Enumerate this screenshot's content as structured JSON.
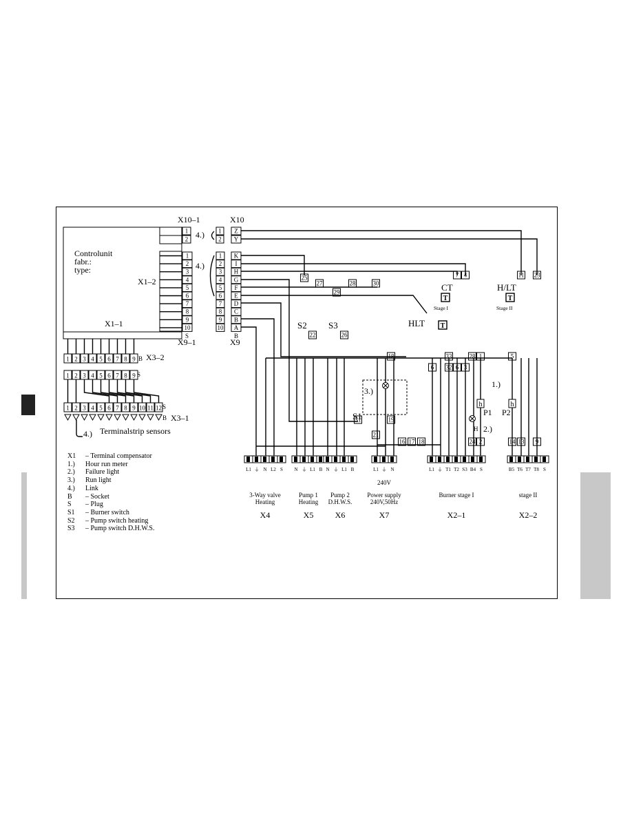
{
  "control_unit": {
    "line1": "Controlunit",
    "line2": "fabr.:",
    "line3": "type:",
    "x1_2": "X1–2",
    "x1_1": "X1–1"
  },
  "connectors": {
    "x10_1": "X10–1",
    "x10": "X10",
    "x9_1": "X9–1",
    "x9": "X9",
    "x3_2": "X3–2",
    "x3_1": "X3–1",
    "terminal_sensors": "Terminalstrip sensors",
    "s": "S",
    "b": "B",
    "link": "4.)"
  },
  "x10_pins": [
    "Z",
    "Y"
  ],
  "x9_pins": [
    "K",
    "I",
    "H",
    "G",
    "F",
    "E",
    "D",
    "C",
    "B",
    "A"
  ],
  "x3_2_pins": [
    "1",
    "2",
    "3",
    "4",
    "5",
    "6",
    "7",
    "8",
    "9"
  ],
  "x3_1_pins": [
    "1",
    "2",
    "3",
    "4",
    "5",
    "6",
    "7",
    "8",
    "9",
    "10",
    "11",
    "12"
  ],
  "switches": {
    "s1": "S1",
    "s2": "S2",
    "s3": "S3",
    "ct": "CT",
    "hlt": "HLT",
    "hlt2": "H/LT",
    "stage1": "Stage I",
    "stage2": "Stage II",
    "t": "T",
    "run_light": "3.)",
    "hour_meter": "1.)",
    "failure_light": "2.)",
    "p1": "P1",
    "p2": "P2",
    "h": "H"
  },
  "bottom_connectors": [
    {
      "id": "X4",
      "pins": [
        "L1",
        "⏚",
        "N",
        "L2",
        "S"
      ],
      "desc1": "3-Way valve",
      "desc2": "Heating"
    },
    {
      "id": "X5",
      "pins": [
        "N",
        "⏚",
        "L1",
        "B"
      ],
      "desc1": "Pump 1",
      "desc2": "Heating"
    },
    {
      "id": "X6",
      "pins": [
        "N",
        "⏚",
        "L1",
        "B"
      ],
      "desc1": "Pump 2",
      "desc2": "D.H.W.S."
    },
    {
      "id": "X7",
      "pins": [
        "L1",
        "⏚",
        "N"
      ],
      "desc0": "240V",
      "desc1": "Power supply",
      "desc2": "240V,50Hz"
    },
    {
      "id": "X2–1",
      "pins": [
        "L1",
        "⏚",
        "T1",
        "T2",
        "S3",
        "B4",
        "S"
      ],
      "desc1": "Burner stage I"
    },
    {
      "id": "X2–2",
      "pins": [
        "B5",
        "T6",
        "T7",
        "T8",
        "S"
      ],
      "desc1": "stage II"
    }
  ],
  "legend": [
    {
      "key": "X1",
      "text": "– Terminal compensator"
    },
    {
      "key": "1.)",
      "text": "Hour run meter"
    },
    {
      "key": "2.)",
      "text": "Failure light"
    },
    {
      "key": "3.)",
      "text": "Run light"
    },
    {
      "key": "4.)",
      "text": "Link"
    },
    {
      "key": "B",
      "text": "– Socket"
    },
    {
      "key": "S",
      "text": "– Plug"
    },
    {
      "key": "S1",
      "text": "– Burner switch"
    },
    {
      "key": "S2",
      "text": "– Pump switch heating"
    },
    {
      "key": "S3",
      "text": "– Pump switch D.H.W.S."
    }
  ]
}
